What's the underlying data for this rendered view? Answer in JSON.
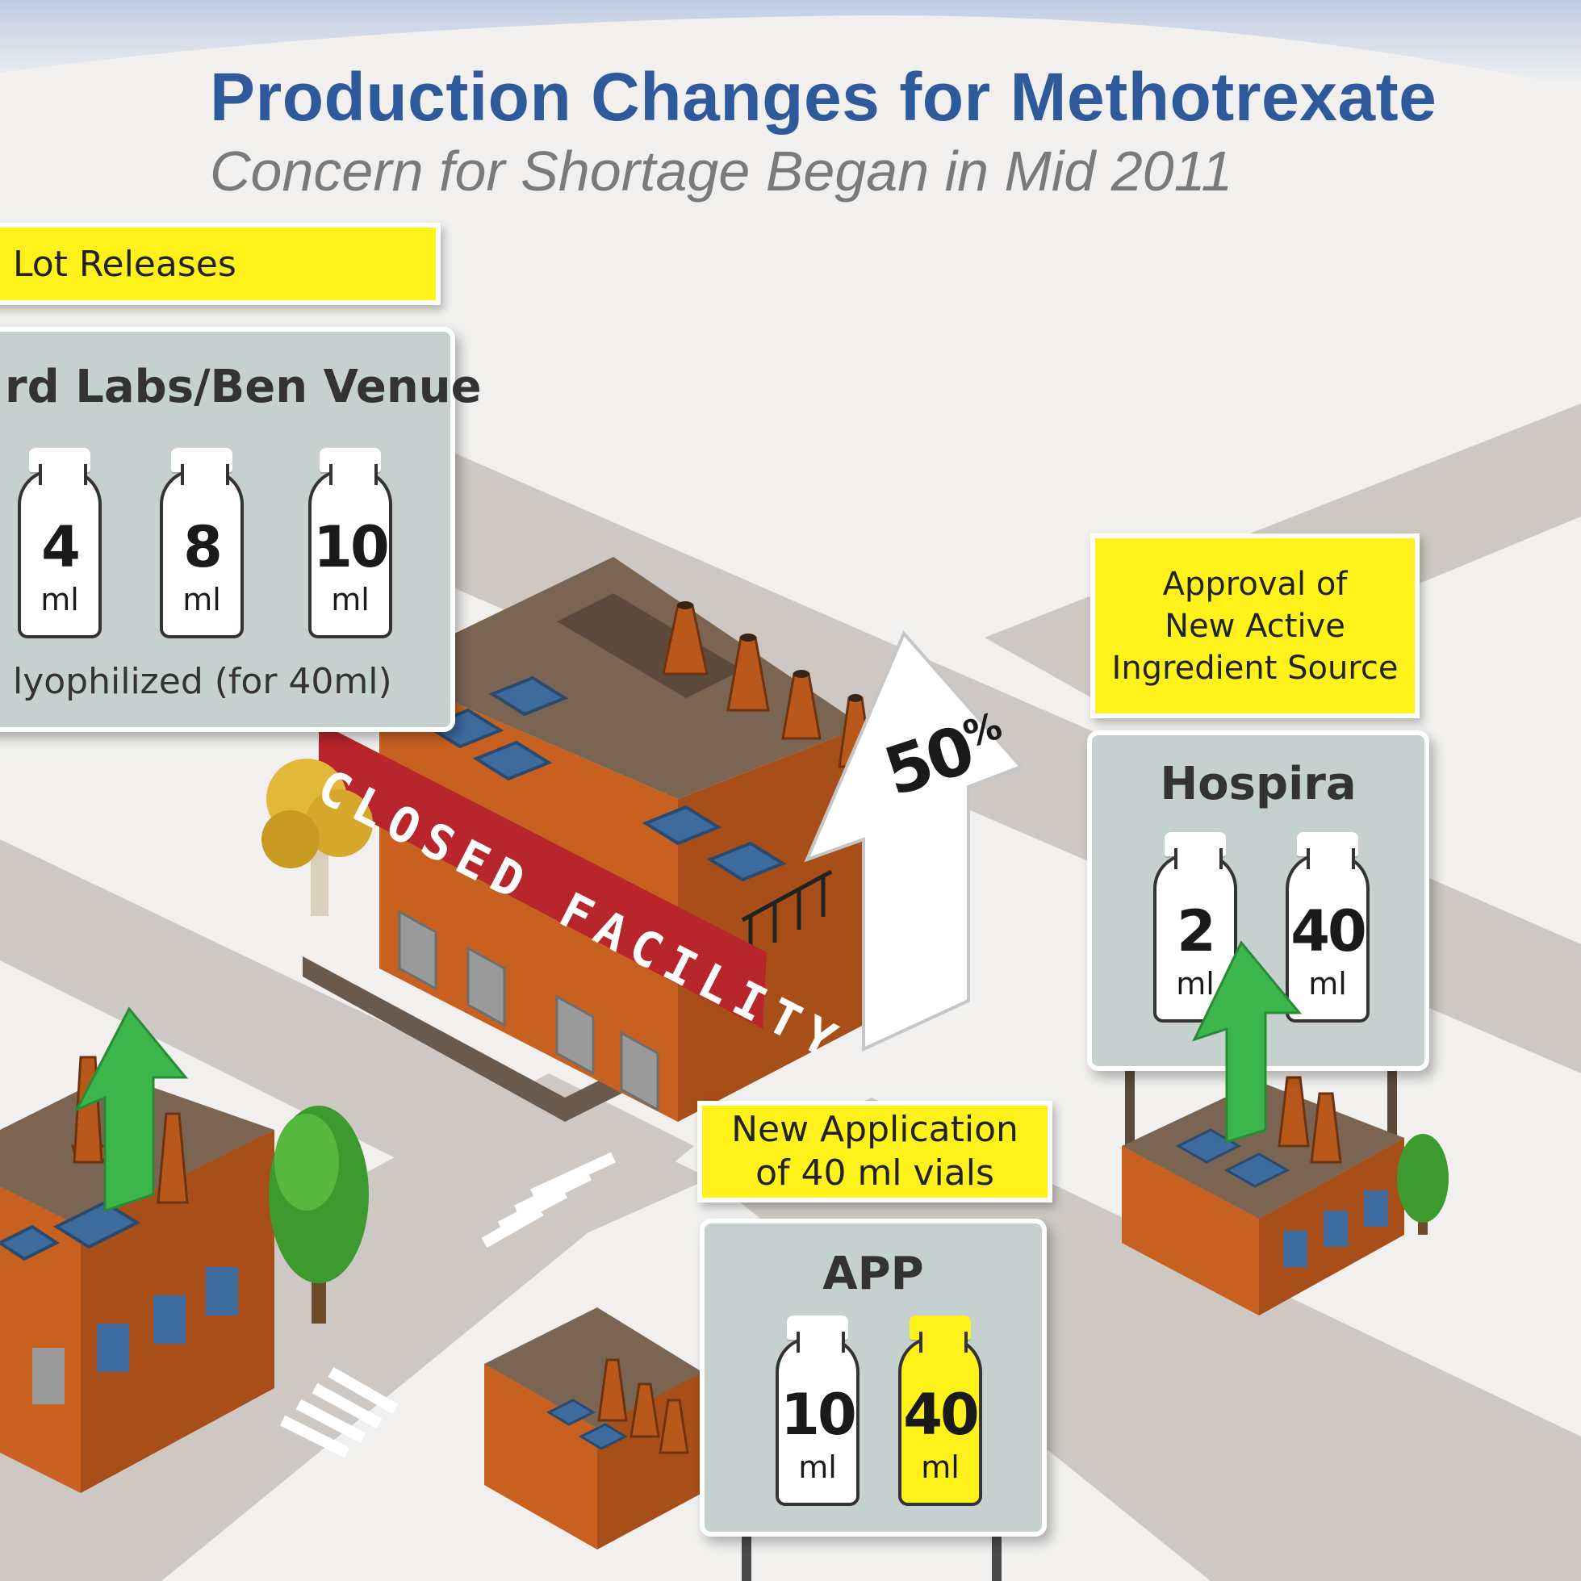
{
  "header": {
    "title": "Production Changes for Methotrexate",
    "subtitle": "Concern for Shortage Began in Mid 2011"
  },
  "bedford": {
    "label": "Lot Releases",
    "name": "rd Labs/Ben Venue",
    "vials": [
      {
        "size": "4",
        "unit": "ml"
      },
      {
        "size": "8",
        "unit": "ml"
      },
      {
        "size": "10",
        "unit": "ml"
      }
    ],
    "note": "lyophilized (for 40ml)"
  },
  "closed_facility": {
    "banner": "CLOSED FACILITY",
    "percent_value": "50",
    "percent_sign": "%"
  },
  "hospira": {
    "label_lines": [
      "Approval of",
      "New Active",
      "Ingredient Source"
    ],
    "name": "Hospira",
    "vials": [
      {
        "size": "2",
        "unit": "ml"
      },
      {
        "size": "40",
        "unit": "ml"
      }
    ]
  },
  "app": {
    "label_lines": [
      "New Application",
      "of 40 ml vials"
    ],
    "name": "APP",
    "vials": [
      {
        "size": "10",
        "unit": "ml",
        "color": "#ffffff"
      },
      {
        "size": "40",
        "unit": "ml",
        "color": "#fff21a"
      }
    ]
  },
  "colors": {
    "title_blue": "#2e5a9c",
    "label_yellow": "#fff21a",
    "panel_gray": "#c5d1cf",
    "brick": "#c8611f",
    "banner_red": "#b8252b",
    "arrow_green": "#3cb54a"
  }
}
